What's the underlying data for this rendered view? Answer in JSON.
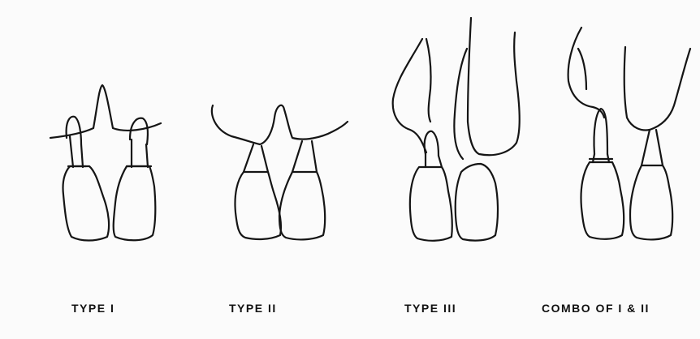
{
  "panels": [
    {
      "label": "TYPE I"
    },
    {
      "label": "TYPE II"
    },
    {
      "label": "TYPE III"
    },
    {
      "label": "COMBO OF I & II"
    }
  ],
  "colors": {
    "ink": "#151515",
    "paper": "#fbfbfb"
  }
}
